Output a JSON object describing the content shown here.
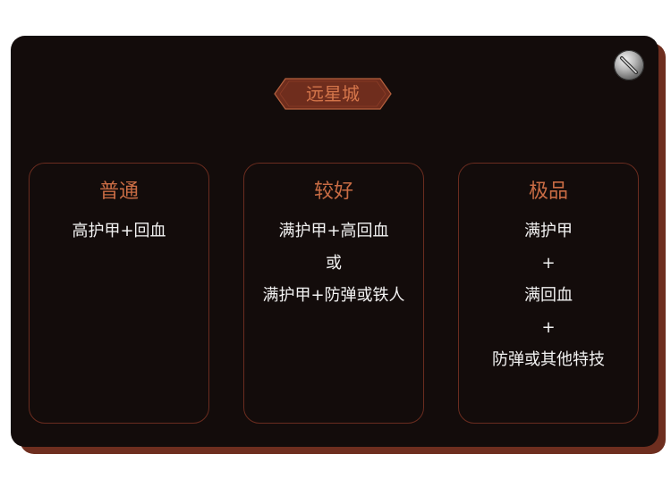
{
  "title": "远星城",
  "cards": [
    {
      "title": "普通",
      "lines": [
        "高护甲+回血"
      ]
    },
    {
      "title": "较好",
      "lines": [
        "满护甲+高回血",
        "或",
        "满护甲+防弹或铁人"
      ]
    },
    {
      "title": "极品",
      "lines": [
        "满护甲",
        "+",
        "满回血",
        "+",
        "防弹或其他特技"
      ]
    }
  ],
  "close_button": {
    "icon": "close-icon"
  },
  "colors": {
    "panel_bg": "#130c0b",
    "accent": "#6e2e1f",
    "title_text": "#d4754a",
    "card_title": "#c96c44",
    "card_text": "#f2f2f2"
  }
}
